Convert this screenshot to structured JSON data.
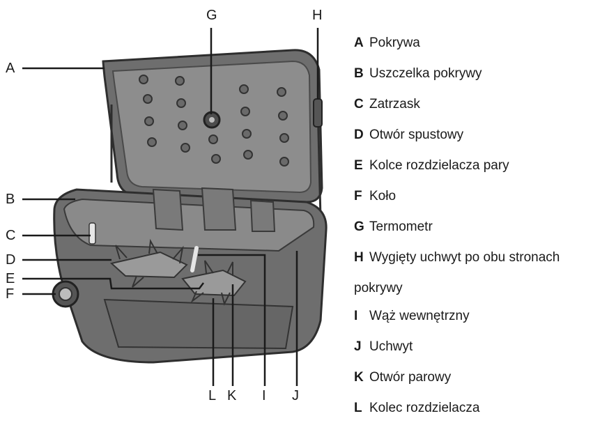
{
  "callouts": [
    "A",
    "B",
    "C",
    "D",
    "E",
    "F",
    "G",
    "H",
    "I",
    "J",
    "K",
    "L"
  ],
  "legend": [
    {
      "key": "A",
      "text": "Pokrywa"
    },
    {
      "key": "B",
      "text": "Uszczelka pokrywy"
    },
    {
      "key": "C",
      "text": "Zatrzask"
    },
    {
      "key": "D",
      "text": "Otwór spustowy"
    },
    {
      "key": "E",
      "text": "Kolce rozdzielacza pary"
    },
    {
      "key": "F",
      "text": "Koło"
    },
    {
      "key": "G",
      "text": "Termometr"
    },
    {
      "key": "H",
      "text": "Wygięty uchwyt po obu stronach",
      "text2": "pokrywy"
    },
    {
      "key": "I",
      "text": "Wąż wewnętrzny"
    },
    {
      "key": "J",
      "text": "Uchwyt"
    },
    {
      "key": "K",
      "text": "Otwór parowy"
    },
    {
      "key": "L",
      "text": "Kolec rozdzielacza"
    }
  ],
  "colors": {
    "body": "#6f6f6f",
    "dark": "#3a3a3a",
    "light": "#9a9a9a",
    "inner": "#8c8c8c"
  }
}
